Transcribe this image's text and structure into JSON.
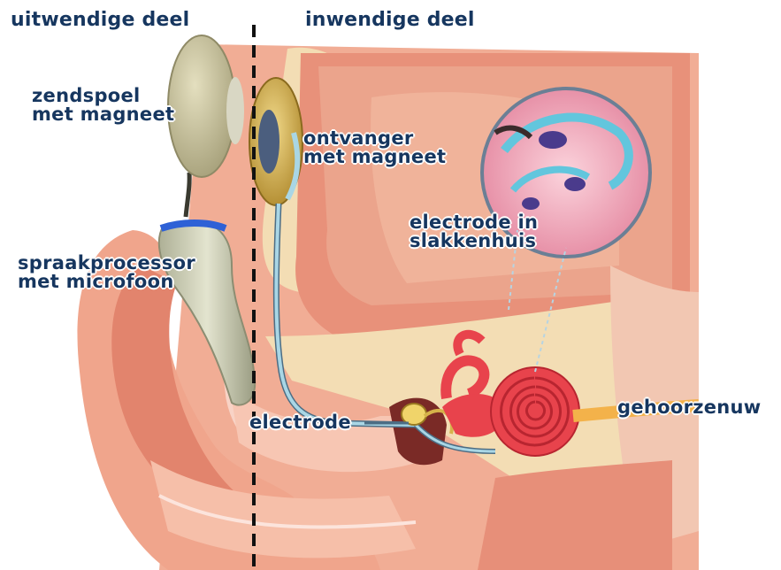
{
  "headers": {
    "outer": "uitwendige deel",
    "inner": "inwendige deel"
  },
  "labels": {
    "transmitter_line1": "zendspoel",
    "transmitter_line2": "met magneet",
    "receiver_line1": "ontvanger",
    "receiver_line2": "met magneet",
    "cochlea_electrode_line1": "electrode in",
    "cochlea_electrode_line2": "slakkenhuis",
    "processor_line1": "spraakprocessor",
    "processor_line2": "met microfoon",
    "electrode": "electrode",
    "nerve": "gehoorzenuw"
  },
  "colors": {
    "label_text": "#16365f",
    "skin": "#f0a58c",
    "bone": "#f3ddb4",
    "brain_tissue": "#e8917a",
    "cochlea": "#e8434c",
    "wire": "#a9d6e5",
    "coil": "#cfc9a0",
    "magnet_blue": "#2e61d6"
  }
}
